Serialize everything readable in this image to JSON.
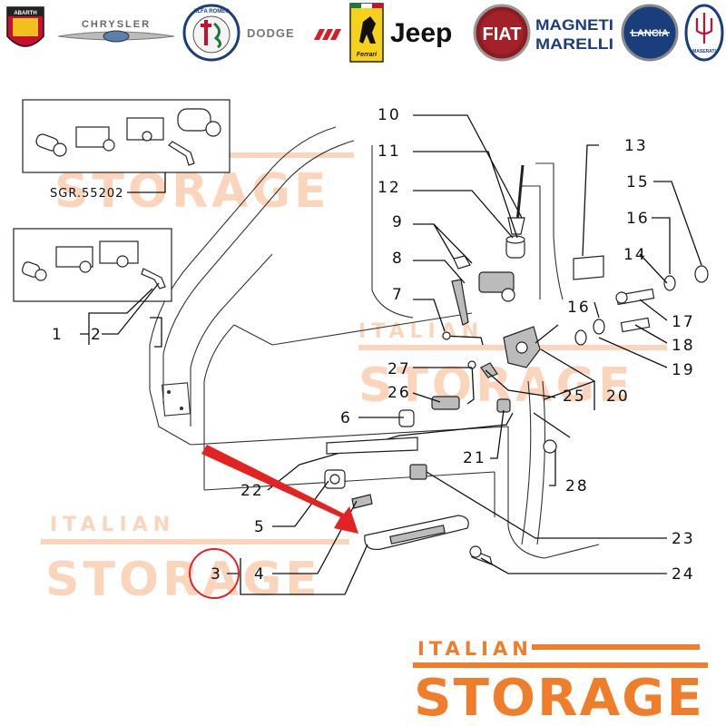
{
  "brands": [
    {
      "name": "ABARTH",
      "icon": "abarth-scorpion-icon"
    },
    {
      "name": "CHRYSLER",
      "icon": "chrysler-wings-icon"
    },
    {
      "name": "ALFA ROMEO",
      "icon": "alfa-romeo-badge-icon"
    },
    {
      "name": "DODGE",
      "icon": "dodge-stripes-icon"
    },
    {
      "name": "Ferrari",
      "icon": "ferrari-prancing-horse-icon"
    },
    {
      "name": "Jeep",
      "icon": "jeep-wordmark-icon"
    },
    {
      "name": "FIAT",
      "icon": "fiat-badge-icon"
    },
    {
      "name": "MAGNETI MARELLI",
      "icon": "magneti-marelli-wordmark-icon"
    },
    {
      "name": "LANCIA",
      "icon": "lancia-shield-icon"
    },
    {
      "name": "MASERATI",
      "icon": "maserati-trident-icon"
    }
  ],
  "inset_box_code": "SGR.55202",
  "callouts": {
    "c1": "1",
    "c2": "2",
    "c3": "3",
    "c4": "4",
    "c5": "5",
    "c6": "6",
    "c7": "7",
    "c8": "8",
    "c9": "9",
    "c10": "10",
    "c11": "11",
    "c12": "12",
    "c13": "13",
    "c14": "14",
    "c15": "15",
    "c16a": "16",
    "c16b": "16",
    "c17": "17",
    "c18": "18",
    "c19": "19",
    "c20": "20",
    "c21": "21",
    "c22": "22",
    "c23": "23",
    "c24": "24",
    "c25": "25",
    "c26": "26",
    "c27": "27",
    "c28": "28"
  },
  "watermark": {
    "line1": "ITALIAN",
    "line2": "STORAGE"
  },
  "logo": {
    "line1": "ITALIAN",
    "line2": "STORAGE"
  },
  "colors": {
    "accent": "#f07d2a",
    "highlight": "#e52222",
    "watermark": "#f5a36a"
  }
}
